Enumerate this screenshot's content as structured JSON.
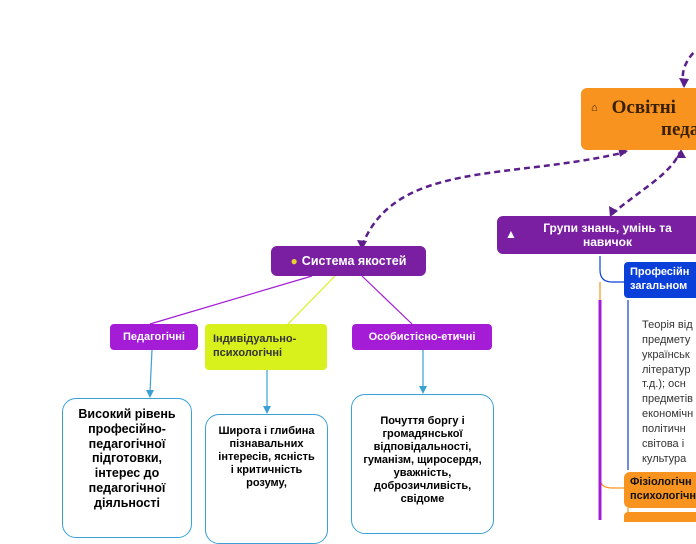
{
  "root": {
    "icon": "house-icon",
    "line1": "Освітні",
    "line2": "педа"
  },
  "groups": {
    "icon": "hands-icon",
    "label": "Групи знань, умінь та навичок"
  },
  "system": {
    "icon": "people-icon",
    "label": "Система якостей"
  },
  "categories": {
    "pedagogical": "Педагогічні",
    "individual": "Індивідуально-психологічні",
    "personal": "Особистісно-етичні"
  },
  "details": {
    "pedagogical": "Високий рівень професійно-педагогічної підготовки, інтерес до педагогічної діяльності",
    "individual": "Широта і глибина пізнавальних інтересів, ясність і критичність розуму,",
    "personal": "Почуття боргу і громадянської відповідальності, гуманізм, щиросердя, уважність, доброзичливість, свідоме"
  },
  "branches": {
    "professional": "Професійн загальном",
    "professional_text": "Теорія від\nпредмету\nукраїнськ\nлітератур\nт.д.); осн\nпредметів\nекономічн\nполітичн\nсвітова і\nкультура",
    "physiological": "Фізіологічн психологічн"
  },
  "colors": {
    "purple": "#7a1fa2",
    "magenta": "#a41cd6",
    "lime": "#d8f01c",
    "orange": "#f7931e",
    "blue": "#0b3fd9",
    "bubble_border": "#3aa0d6"
  }
}
